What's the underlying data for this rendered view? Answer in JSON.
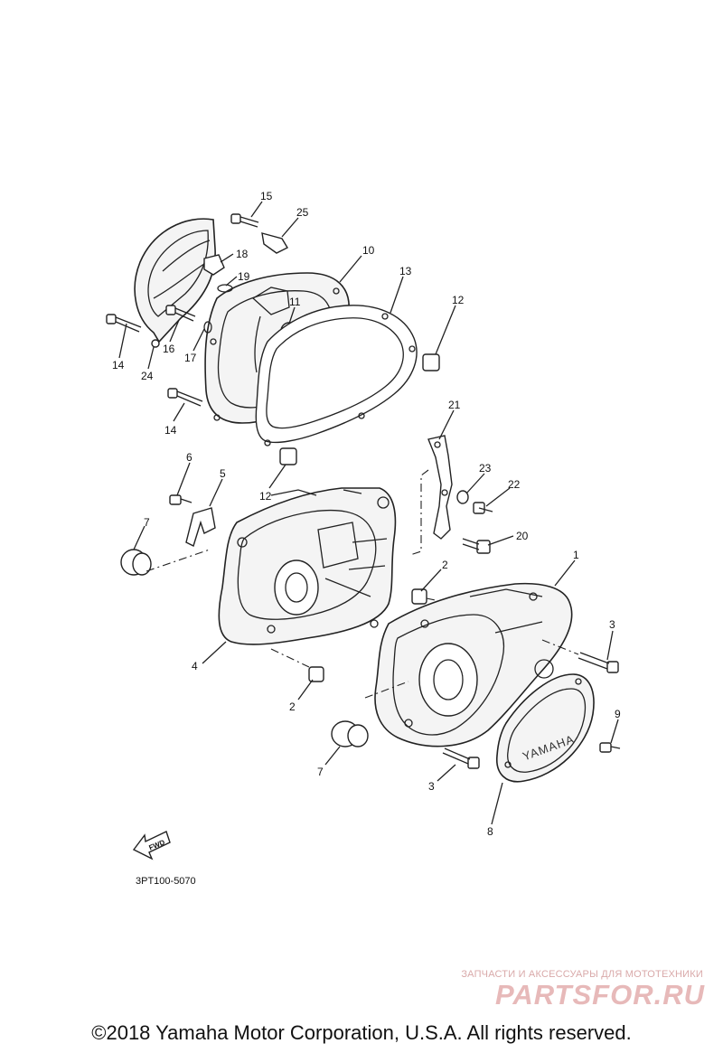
{
  "callouts": [
    "15",
    "25",
    "18",
    "10",
    "19",
    "13",
    "11",
    "12",
    "14",
    "16",
    "24",
    "17",
    "14",
    "21",
    "6",
    "5",
    "23",
    "22",
    "12",
    "7",
    "20",
    "1",
    "2",
    "4",
    "3",
    "2",
    "9",
    "7",
    "3",
    "8"
  ],
  "diagram_code": "3PT100-5070",
  "fwd_label": "FWD",
  "cover_logo": "YAMAHA",
  "watermark": {
    "tagline": "ЗАПЧАСТИ И АКСЕССУАРЫ ДЛЯ МОТОТЕХНИКИ",
    "brand": "PARTSFOR.RU"
  },
  "copyright": "©2018 Yamaha Motor Corporation, U.S.A. All rights reserved."
}
